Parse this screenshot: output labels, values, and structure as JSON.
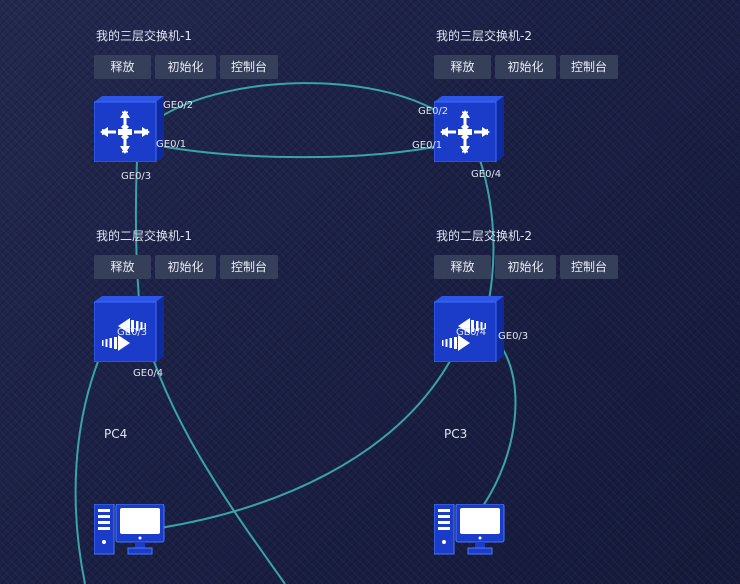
{
  "buttons": {
    "release": "释放",
    "initialize": "初始化",
    "console": "控制台"
  },
  "nodes": {
    "l3_switch_1": {
      "title": "我的三层交换机-1"
    },
    "l3_switch_2": {
      "title": "我的三层交换机-2"
    },
    "l2_switch_1": {
      "title": "我的二层交换机-1"
    },
    "l2_switch_2": {
      "title": "我的二层交换机-2"
    },
    "pc4": {
      "title": "PC4"
    },
    "pc3": {
      "title": "PC3"
    }
  },
  "ports": {
    "l3s1_ge02": "GE0/2",
    "l3s1_ge01": "GE0/1",
    "l3s1_ge03": "GE0/3",
    "l3s2_ge02": "GE0/2",
    "l3s2_ge01": "GE0/1",
    "l3s2_ge04": "GE0/4",
    "l2s1_ge03": "GE0/3",
    "l2s1_ge04": "GE0/4",
    "l2s2_ge04": "GE0/4",
    "l2s2_ge03": "GE0/3"
  },
  "icons": {
    "l3_switch": "layer3-switch-icon",
    "l2_switch": "layer2-switch-icon",
    "pc": "pc-icon"
  },
  "colors": {
    "link": "#3aa3a6",
    "device_blue": "#1a3cc8",
    "button_bg": "#363f5a",
    "background": "#1c2146"
  }
}
